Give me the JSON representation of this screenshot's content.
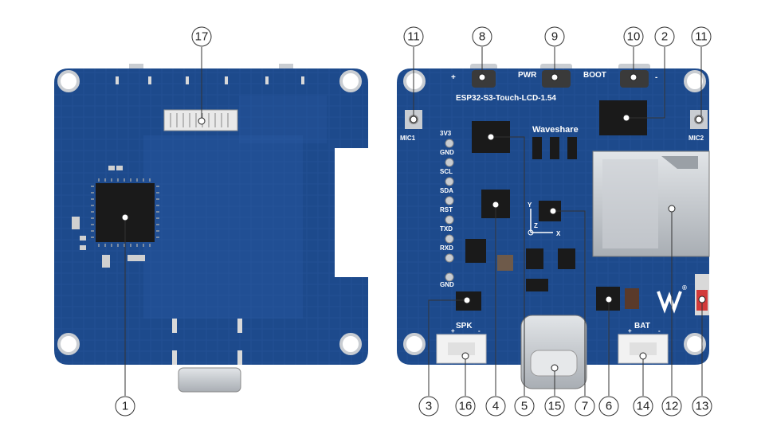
{
  "back_board": {
    "callouts": [
      "17",
      "1"
    ]
  },
  "front_board": {
    "board_name": "ESP32-S3-Touch-LCD-1.54",
    "brand": "Waveshare",
    "button_labels": {
      "pwr": "PWR",
      "boot": "BOOT"
    },
    "mic_labels": [
      "MIC1",
      "MIC2"
    ],
    "connector_labels": {
      "spk": "SPK",
      "bat": "BAT"
    },
    "polarity": {
      "plus": "+",
      "minus": "-"
    },
    "pin_header": [
      "3V3",
      "GND",
      "SCL",
      "SDA",
      "RST",
      "TXD",
      "RXD",
      "GND"
    ],
    "axis_labels": {
      "y": "Y",
      "z": "Z",
      "x": "X"
    },
    "logo_marks": {
      "registered": "®"
    },
    "callouts_top": [
      "11",
      "8",
      "9",
      "10",
      "2",
      "11"
    ],
    "callouts_bottom": [
      "3",
      "16",
      "4",
      "5",
      "15",
      "7",
      "6",
      "14",
      "12",
      "13"
    ]
  },
  "colors": {
    "pcb": "#1d4a8c",
    "pcb_trace": "#2a5aa2",
    "chip": "#1a1a1a",
    "metal": "#c9cdd2",
    "connector_white": "#f2f2f2",
    "leader": "#333333"
  }
}
